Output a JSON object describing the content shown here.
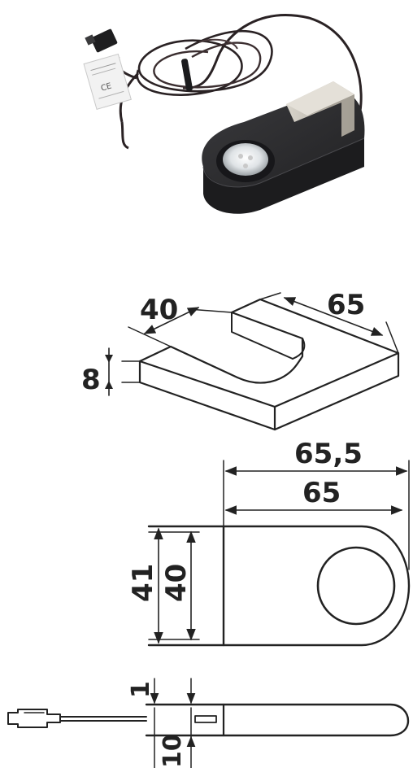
{
  "photo": {
    "label_text": "CE"
  },
  "iso_view": {
    "dim_width": "40",
    "dim_length": "65",
    "dim_height": "8"
  },
  "top_view": {
    "dim_overall_length": "65,5",
    "dim_length": "65",
    "dim_overall_width": "41",
    "dim_width": "40"
  },
  "side_view": {
    "dim_top": "1",
    "dim_bottom": "10"
  },
  "colors": {
    "housing": "#2b2b2d",
    "bracket": "#bdb8ae",
    "cable": "#2a2224",
    "line": "#222222",
    "background": "#ffffff"
  }
}
